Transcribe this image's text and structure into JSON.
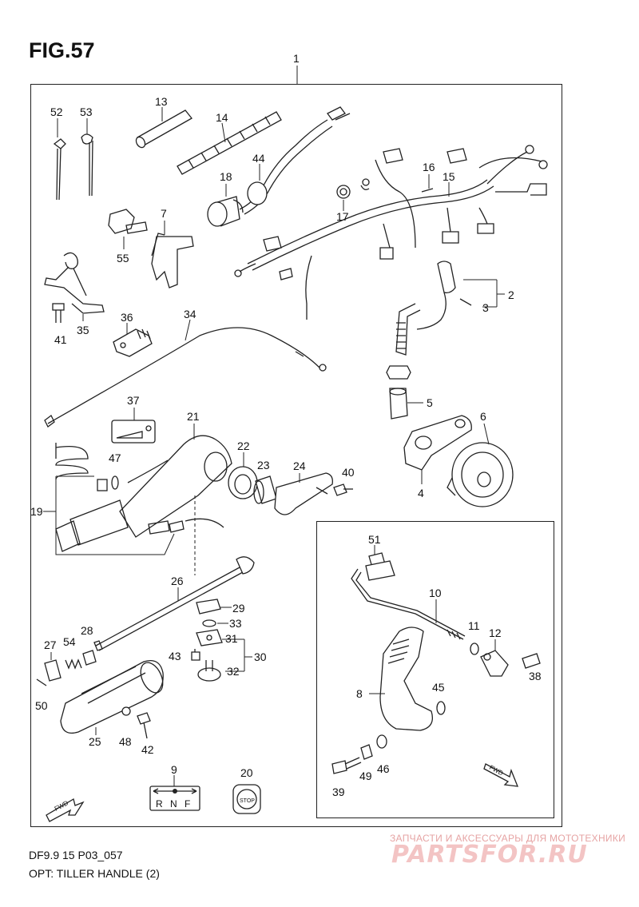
{
  "figure": {
    "title": "FIG.57"
  },
  "footer": {
    "code": "DF9.9 15 P03_057",
    "name": "OPT: TILLER HANDLE (2)"
  },
  "watermark": {
    "tagline": "ЗАПЧАСТИ И АКСЕССУАРЫ ДЛЯ МОТОТЕХНИКИ",
    "logo": "PARTSFOR.RU"
  },
  "callouts": {
    "c1": "1",
    "c2": "2",
    "c3": "3",
    "c4": "4",
    "c5": "5",
    "c6": "6",
    "c7": "7",
    "c8": "8",
    "c9": "9",
    "c10": "10",
    "c11": "11",
    "c12": "12",
    "c13": "13",
    "c14": "14",
    "c15": "15",
    "c16": "16",
    "c17": "17",
    "c18": "18",
    "c19": "19",
    "c20": "20",
    "c21": "21",
    "c22": "22",
    "c23": "23",
    "c24": "24",
    "c25": "25",
    "c26": "26",
    "c27": "27",
    "c28": "28",
    "c29": "29",
    "c30": "30",
    "c31": "31",
    "c32": "32",
    "c33": "33",
    "c34": "34",
    "c35": "35",
    "c36": "36",
    "c37": "37",
    "c38": "38",
    "c39": "39",
    "c40": "40",
    "c41": "41",
    "c42": "42",
    "c43": "43",
    "c44": "44",
    "c45": "45",
    "c46": "46",
    "c47": "47",
    "c48": "48",
    "c49": "49",
    "c50": "50",
    "c51": "51",
    "c52": "52",
    "c53": "53",
    "c54": "54",
    "c55": "55"
  },
  "decals": {
    "shift": {
      "r": "R",
      "n": "N",
      "f": "F"
    },
    "stop": "STOP",
    "fwd": "FWD"
  }
}
